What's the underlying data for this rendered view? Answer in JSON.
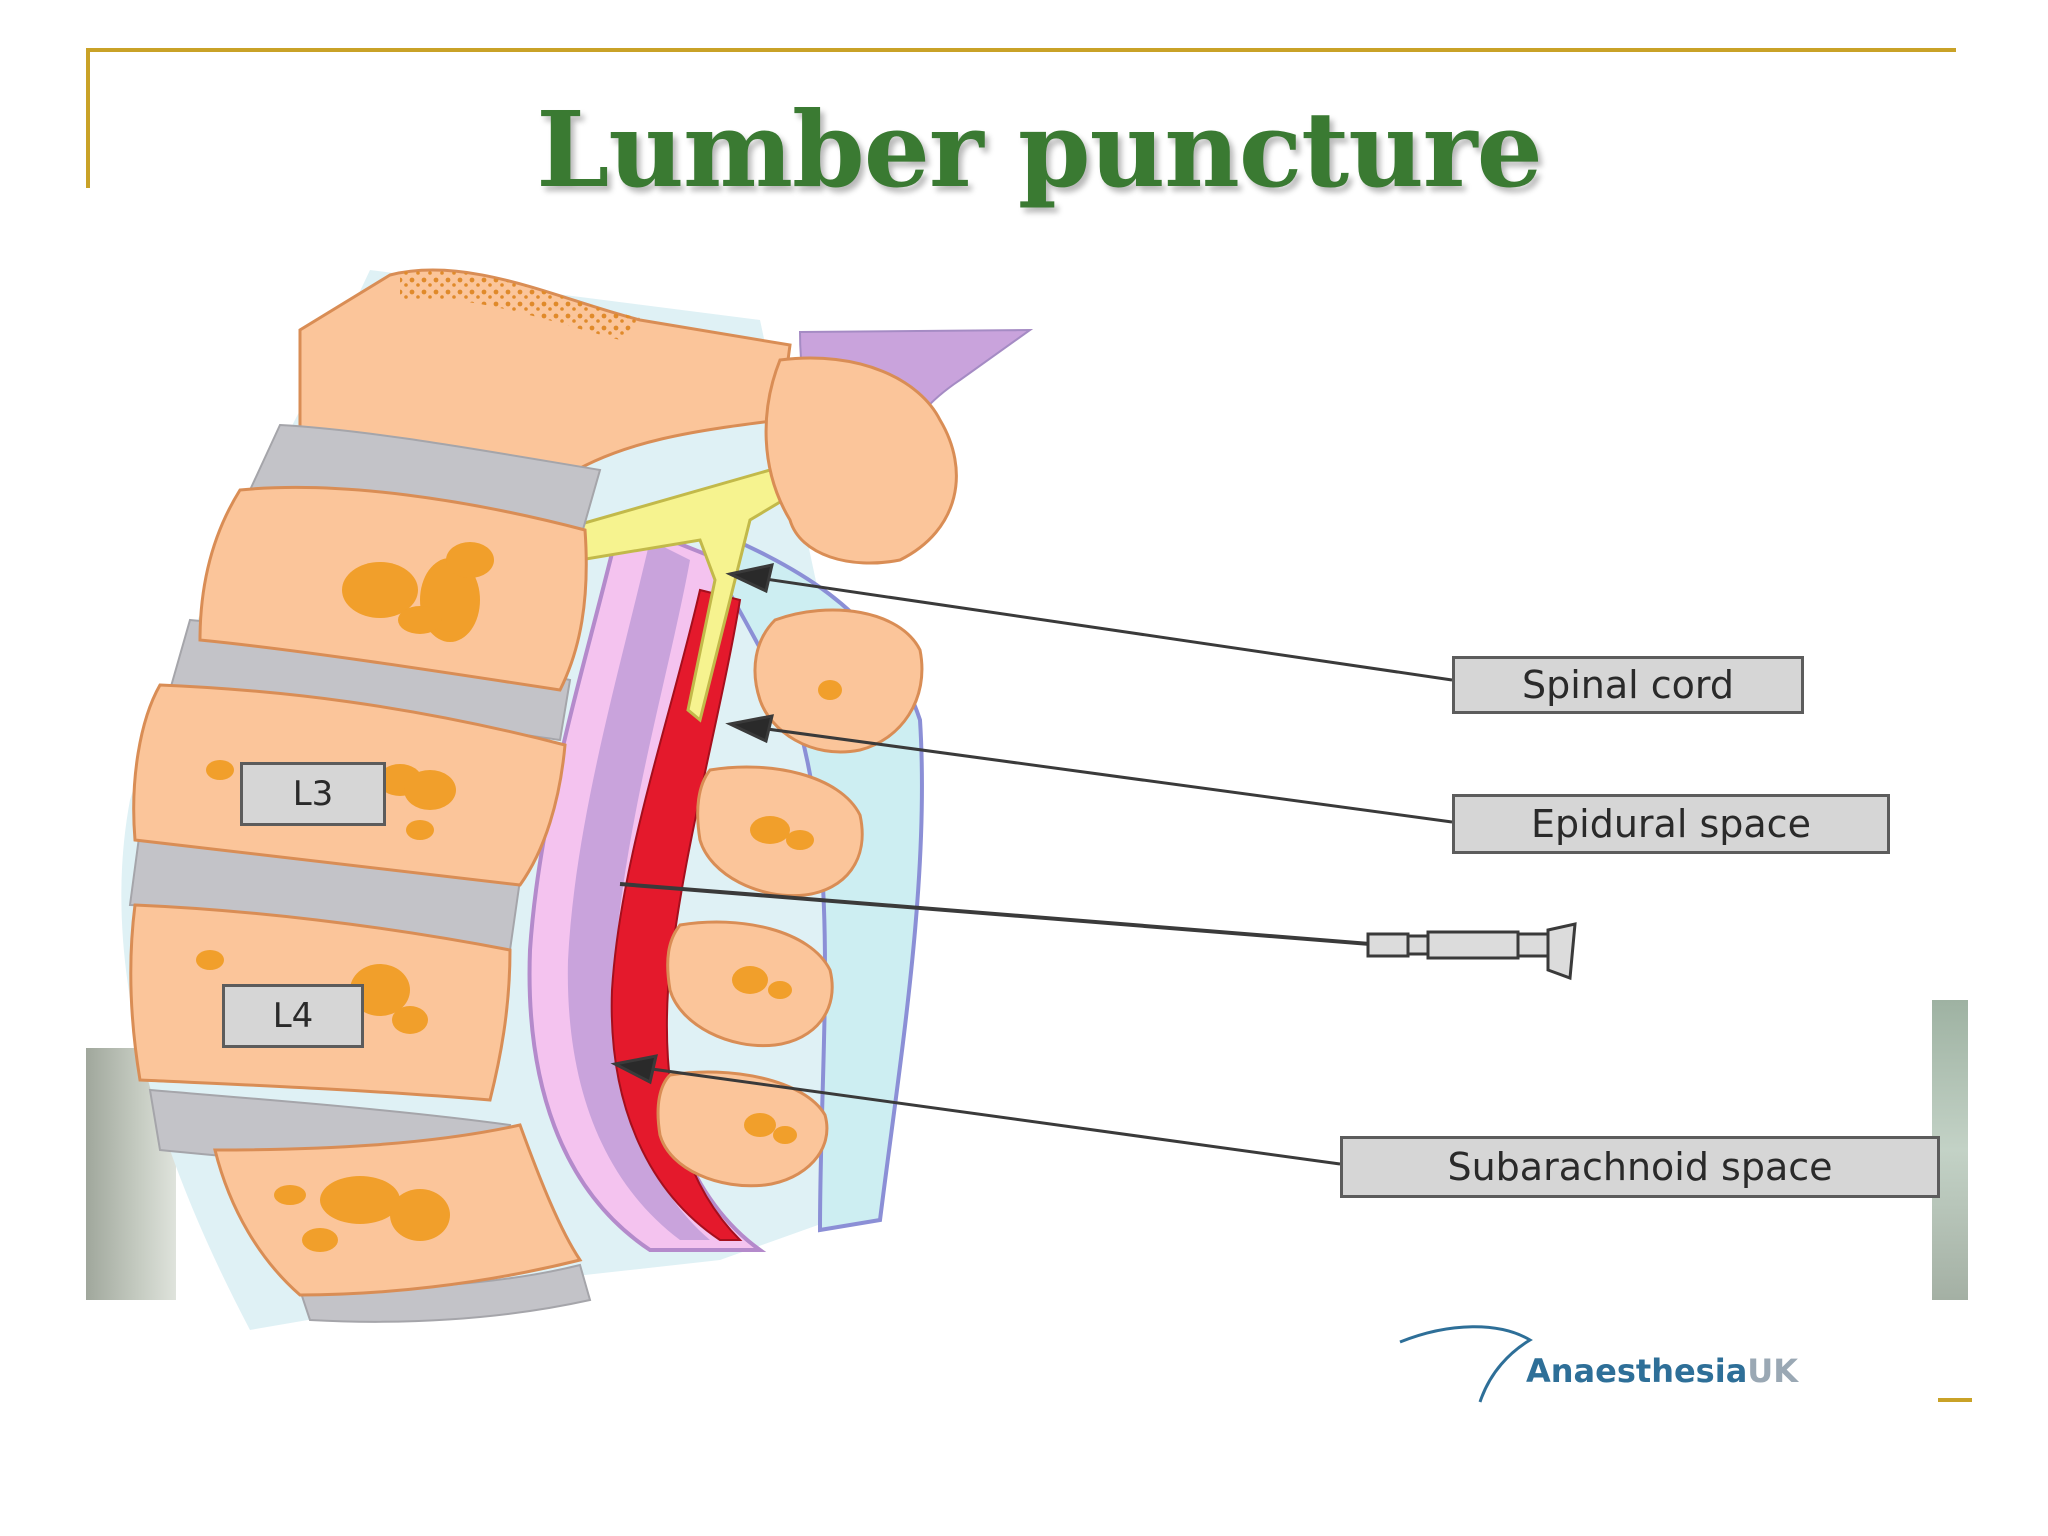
{
  "slide": {
    "title": "Lumber puncture"
  },
  "diagram": {
    "labels": {
      "spinal_cord": "Spinal cord",
      "epidural_space": "Epidural space",
      "subarachnoid_space": "Subarachnoid space",
      "l3": "L3",
      "l4": "L4"
    },
    "logo": {
      "name_main": "Anaesthesia",
      "name_suffix": "UK"
    }
  },
  "colors": {
    "title": "#3a7a32",
    "frame_accent": "#c9a227",
    "bone": "#fbc59a",
    "disc": "#c3c3c8",
    "spinal_fluid": "#e4192c",
    "dura": "#c9a3dc",
    "epidural": "#cdeef2"
  }
}
